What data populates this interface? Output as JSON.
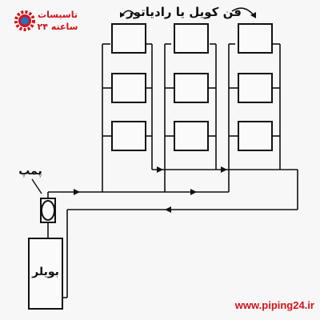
{
  "labels": {
    "title": "فن کویل یا رادیاتور",
    "pump": "پمپ",
    "boiler": "بویلر"
  },
  "logo": {
    "text_top": "تاسیسات",
    "text_bottom": "۲۴ ساعته",
    "icon": "gear-icon"
  },
  "footer": {
    "url": "www.piping24.ir"
  },
  "colors": {
    "line": "#111111",
    "brand_red": "#d2141b",
    "background": "#f7f7f7"
  }
}
